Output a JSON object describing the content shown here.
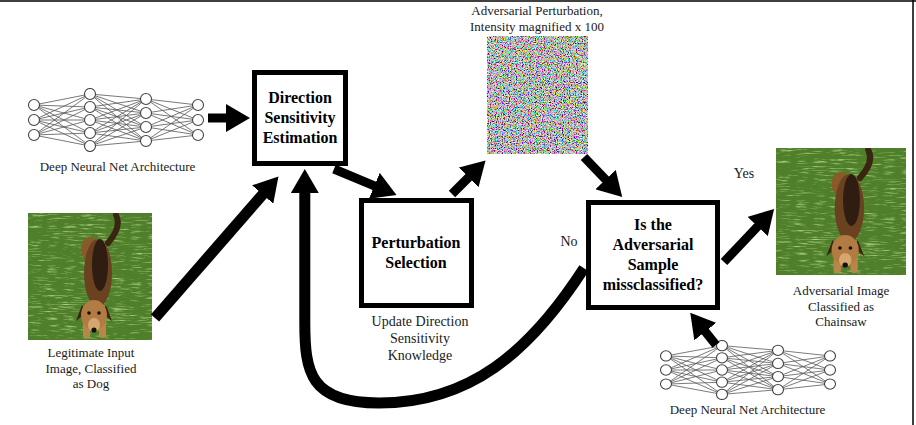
{
  "diagram": {
    "nodes": [
      {
        "text": [
          "Direction Sensitivity Estimation"
        ]
      },
      {
        "text": [
          "Perturbation Selection"
        ]
      },
      {
        "text": [
          "Is the Adversarial Sample missclassified?"
        ]
      }
    ],
    "edges": [
      {
        "from": 0,
        "to": 1,
        "arrow": "to"
      },
      {
        "from": 2,
        "to": 0,
        "label": "Update Direction Sensitivity Knowledge",
        "arrow": "to"
      }
    ],
    "labels": [
      "Adversarial Perturbation, Intensity magnified x 100",
      "Deep Neural Net Architecture",
      "Legitimate Input Image, Classified as Dog",
      "No",
      "Yes",
      "Adversarial Image Classified as Chainsaw",
      "Deep Neural Net Architecture"
    ]
  }
}
